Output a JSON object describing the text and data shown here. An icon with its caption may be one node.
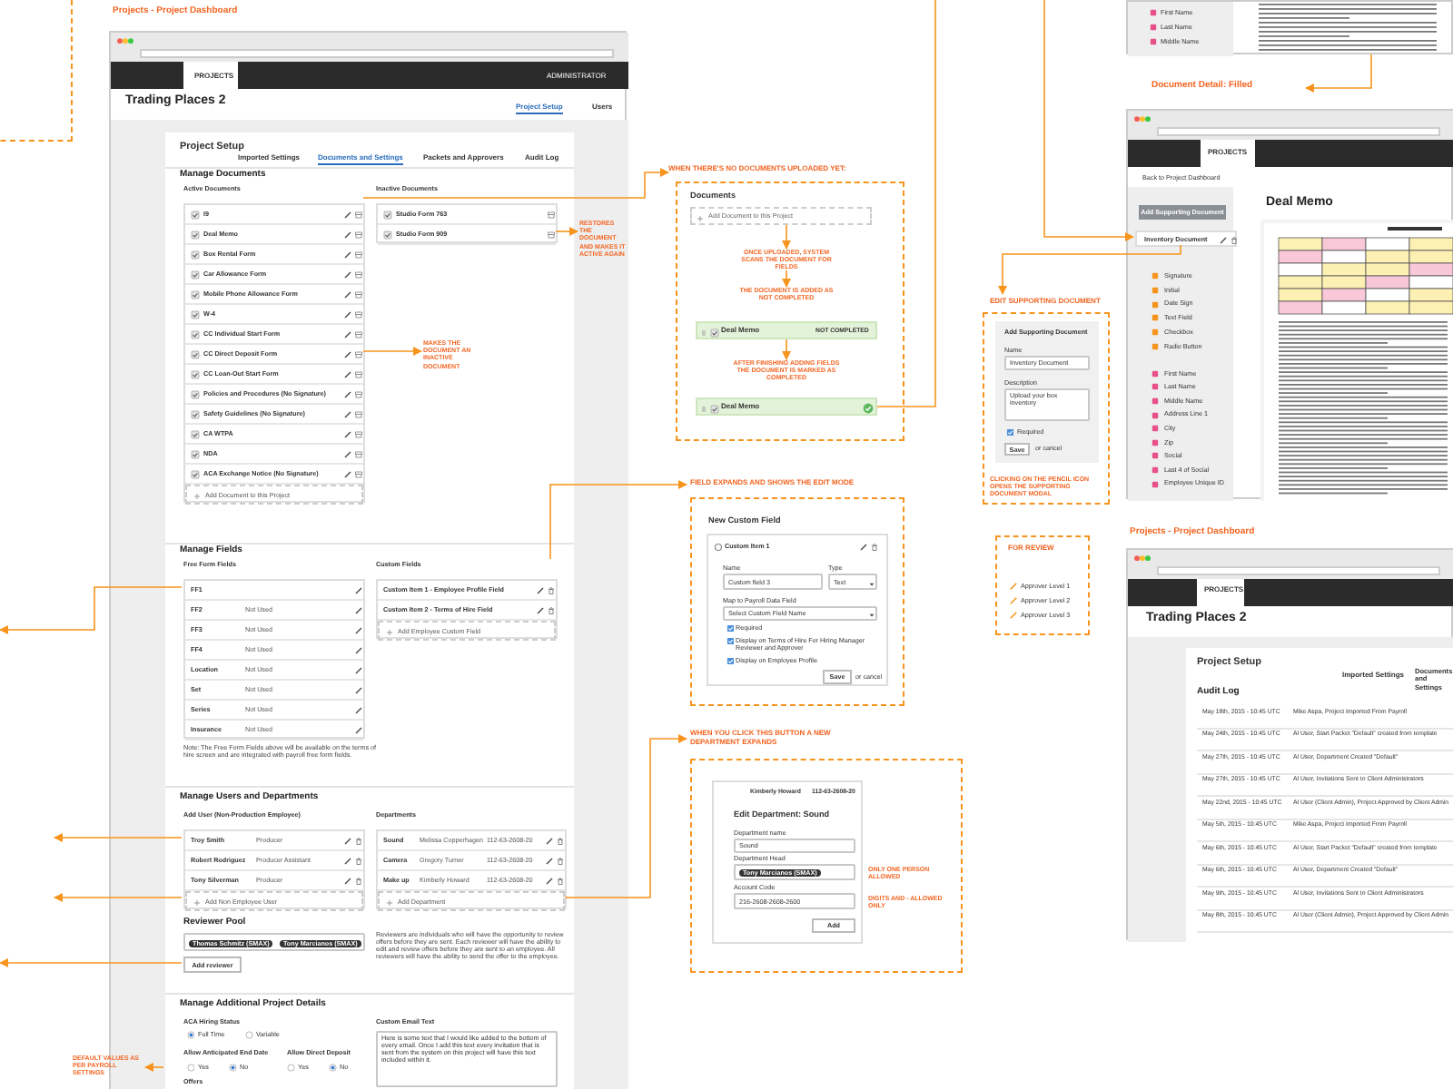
{
  "diagram": {
    "nodes": [
      {
        "text": [
          "PROJECTS",
          "ADMINISTRATOR",
          "Trading Places 2",
          "Project Setup",
          "Users"
        ]
      },
      {
        "text": [
          "Project Setup",
          "Imported Settings",
          "Documents and Settings",
          "Packets and Approvers",
          "Audit Log",
          "Manage Documents",
          "Manage Fields",
          "Note: The Free Form Fields above will be available on the terms of hire screen and are integrated with payroll free form fields.",
          "Manage Users and Departments",
          "Reviewer Pool",
          "Reviewers are individuals who will have the opportunity to review offers before they are sent. Each reviewer will have the ability to edit and review offers before they are sent to an employee. All reviewers will have the ability to send the offer to the employee.",
          "Manage Additional Project Details",
          "ACA Hiring Status",
          "Full Time",
          "Variable",
          "Allow Anticipated End Date",
          "Yes",
          "No",
          "Allow Direct Deposit",
          "Yes",
          "No",
          "Custom Email Text",
          "Offers"
        ],
        "in": 0
      },
      {
        "text": [
          "Active Documents",
          "I9",
          "Deal Memo",
          "Box Rental Form",
          "Car Allowance Form",
          "Mobile Phone Allowance Form",
          "W-4",
          "CC Individual Start Form",
          "CC Direct Deposit Form",
          "CC Loan-Out Start Form",
          "Policies and Procedures (No Signature)",
          "Safety Guidelines (No Signature)",
          "CA WTPA",
          "NDA",
          "ACA Exchange Notice (No Signature)",
          "Add Document to this Project"
        ],
        "in": 1
      },
      {
        "text": [
          "Inactive Documents",
          "Studio Form 763",
          "Studio Form 909"
        ],
        "in": 1
      },
      {
        "text": [
          "Free Form Fields",
          "FF1",
          "FF2",
          "Not Used",
          "FF3",
          "Not Used",
          "FF4",
          "Not Used",
          "Location",
          "Not Used",
          "Set",
          "Not Used",
          "Series",
          "Not Used",
          "Insurance",
          "Not Used"
        ],
        "in": 1
      },
      {
        "text": [
          "Custom Fields",
          "Custom Item 1 - Employee Profile Field",
          "Custom Item 2 - Terms of Hire Field",
          "Add Employee Custom Field"
        ],
        "in": 1
      },
      {
        "text": [
          "Add User (Non-Production Employee)",
          "Troy Smith",
          "Producer",
          "Robert Rodriguez",
          "Producer Assistant",
          "Tony Silverman",
          "Producer",
          "Add Non Employee User"
        ],
        "in": 1
      },
      {
        "text": [
          "Departments",
          "Sound",
          "Melissa Copperhagen",
          "112-63-2608-20",
          "Camera",
          "Gregory Turner",
          "112-63-2608-20",
          "Make up",
          "Kimberly Howard",
          "112-63-2608-20",
          "Add Department"
        ],
        "in": 1
      },
      {
        "text": [
          "Thomas Schmitz (SMAX)",
          "Tony Marcianos (SMAX)"
        ],
        "in": 1
      },
      {
        "text": [
          "Add reviewer"
        ],
        "in": 1
      },
      {
        "text": [
          "Here is some text that I would like added to the bottom of every email. Once I add this text every invitation that is sent from the system on this project will have this text included within it."
        ],
        "in": 1
      },
      {
        "text": [
          "WHEN THERE'S NO DOCUMENTS UPLOADED YET:",
          "Documents"
        ]
      },
      {
        "text": [
          "Add Document to this Project"
        ],
        "in": 11
      },
      {
        "text": [
          "ONCE UPLOADED, SYSTEM SCANS THE DOCUMENT FOR FIELDS"
        ],
        "in": 11
      },
      {
        "text": [
          "THE DOCUMENT IS ADDED AS NOT COMPLETED"
        ],
        "in": 11
      },
      {
        "text": [
          "Deal Memo",
          "NOT COMPLETED"
        ],
        "in": 11
      },
      {
        "text": [
          "AFTER FINISHING ADDING FIELDS THE DOCUMENT IS MARKED AS COMPLETED"
        ],
        "in": 11
      },
      {
        "text": [
          "Deal Memo"
        ],
        "in": 11
      },
      {
        "text": [
          "EDIT SUPPORTING DOCUMENT",
          "CLICKING ON THE PENCIL ICON OPENS THE SUPPORTING DOCUMENT MODAL"
        ]
      },
      {
        "text": [
          "Add Supporting Document",
          "Name",
          "Description",
          "Required",
          "or cancel"
        ],
        "in": 18
      },
      {
        "text": [
          "Inventory Document"
        ],
        "in": 19
      },
      {
        "text": [
          "Upload your box inventory"
        ],
        "in": 19
      },
      {
        "text": [
          "Save"
        ],
        "in": 19
      },
      {
        "text": [
          "FIELD EXPANDS AND SHOWS THE EDIT MODE",
          "New Custom Field"
        ]
      },
      {
        "text": [
          "Custom Item 1",
          "Name",
          "Type",
          "Map to Payroll Data Field",
          "Required",
          "Display on Terms of Hire For Hiring Manager Reviewer and Approver",
          "Display on Employee Profile",
          "or cancel"
        ],
        "in": 23
      },
      {
        "text": [
          "Custom field 3"
        ],
        "in": 24
      },
      {
        "text": [
          "Text"
        ],
        "in": 24
      },
      {
        "text": [
          "Select Custom Field Name"
        ],
        "in": 24
      },
      {
        "text": [
          "Save"
        ],
        "in": 24
      },
      {
        "text": [
          "FOR REVIEW",
          "Approver Level 1",
          "Approver Level 2",
          "Approver Level 3"
        ]
      },
      {
        "text": [
          "WHEN YOU CLICK THIS BUTTON A NEW DEPARTMENT EXPANDS"
        ]
      },
      {
        "text": [
          "Kimberly Howard",
          "112-63-2608-20",
          "Edit Department: Sound",
          "Department name",
          "Department Head",
          "Account Code"
        ],
        "in": 30
      },
      {
        "text": [
          "Sound"
        ],
        "in": 31
      },
      {
        "text": [
          "Tony Marcianos (SMAX)"
        ],
        "in": 31
      },
      {
        "text": [
          "216-2608-2608-2600"
        ],
        "in": 31
      },
      {
        "text": [
          "Add"
        ],
        "in": 31
      },
      {
        "text": [
          "PROJECTS",
          "Back to Project Dashboard",
          "Deal Memo",
          "Signature",
          "Initial",
          "Date Sign",
          "Text Field",
          "Checkbox",
          "Radio Button",
          "First Name",
          "Last Name",
          "Middle Name",
          "Address Line 1",
          "City",
          "Zip",
          "Social",
          "Last 4 of Social",
          "Employee Unique ID"
        ]
      },
      {
        "text": [
          "Add Supporting Document"
        ],
        "in": 36
      },
      {
        "text": [
          "Inventory Document"
        ],
        "in": 36
      },
      {
        "text": [],
        "shape": "picture",
        "in": 36
      },
      {
        "text": [
          "First Name",
          "Last Name",
          "Middle Name"
        ]
      },
      {
        "text": [
          "Document Detail: Filled"
        ]
      },
      {
        "text": [
          "RESTORES THE DOCUMENT AND MAKES IT ACTIVE AGAIN"
        ],
        "in": 0
      },
      {
        "text": [
          "MAKES THE DOCUMENT AN INACTIVE DOCUMENT"
        ],
        "in": 1
      },
      {
        "text": [
          "DEFAULT VALUES AS PER PAYROLL SETTINGS"
        ]
      },
      {
        "text": [
          "PROJECTS",
          "Trading Places 2",
          "Project Setup",
          "Imported Settings",
          "Documents and Settings"
        ]
      },
      {
        "text": [
          "Audit Log",
          "May 18th, 2015 - 10:45 UTC",
          "Mike Aspa, Project Imported From Payroll",
          "May 24th, 2015 - 10:45 UTC",
          "Al User, Start Packet \"Default\" created from template",
          "May 27th, 2015 - 10:45 UTC",
          "Al User, Department Created \"Default\"",
          "May 27th, 2015 - 10:45 UTC",
          "Al User, Invitations Sent to Client Administrators",
          "May 22nd, 2015 - 10:45 UTC",
          "Al User (Client Admin), Project Approved by Client Admin",
          "May 5th, 2015 - 10:45 UTC",
          "Mike Aspa, Project Imported From Payroll",
          "May 6th, 2015 - 10:45 UTC",
          "Al User, Start Packet \"Default\" created from template",
          "May 6th, 2015 - 10:45 UTC",
          "Al User, Department Created \"Default\"",
          "May 9th, 2015 - 10:45 UTC",
          "Al User, Invitations Sent to Client Administrators",
          "May 8th, 2015 - 10:45 UTC",
          "Al User (Client Admin), Project Approved by Client Admin"
        ],
        "in": 45
      }
    ],
    "edges": [
      {
        "from": 2,
        "to": 11,
        "arrow": "to"
      },
      {
        "from": 3,
        "to": 42,
        "arrow": "to"
      },
      {
        "from": 2,
        "to": 43,
        "arrow": "to"
      },
      {
        "from": 4,
        "to": null,
        "arrow": "to"
      },
      {
        "from": 5,
        "to": 23,
        "arrow": "to"
      },
      {
        "from": 6,
        "to": null,
        "arrow": "to"
      },
      {
        "from": 6,
        "to": null,
        "arrow": "to"
      },
      {
        "from": 7,
        "to": 30,
        "arrow": "to"
      },
      {
        "from": 9,
        "to": null,
        "arrow": "to"
      },
      {
        "from": 1,
        "to": 44,
        "arrow": "to"
      },
      {
        "from": 12,
        "to": 13,
        "arrow": "to"
      },
      {
        "from": 13,
        "to": 14,
        "arrow": "to"
      },
      {
        "from": 15,
        "to": 16,
        "arrow": "to"
      },
      {
        "from": 17,
        "to": null,
        "arrow": "none"
      },
      {
        "from": null,
        "to": 38,
        "arrow": "to"
      },
      {
        "from": 38,
        "to": 18,
        "arrow": "to"
      },
      {
        "from": 40,
        "to": 41,
        "arrow": "to"
      }
    ],
    "labels": [
      "Projects - Project Dashboard",
      "ONLY ONE PERSON ALLOWED",
      "DIGITS AND - ALLOWED ONLY",
      "Projects - Project Dashboard"
    ]
  }
}
